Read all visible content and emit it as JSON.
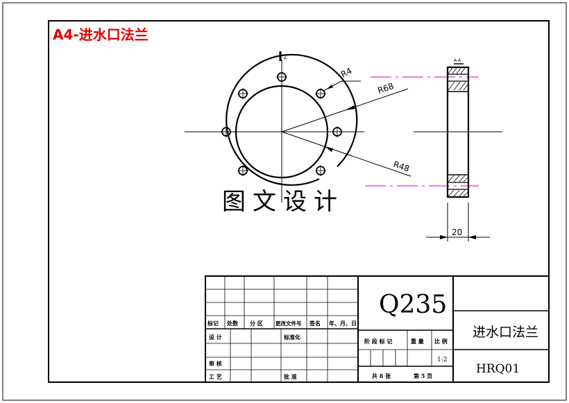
{
  "header": {
    "title": "A4-进水口法兰",
    "title_color": "#e00000"
  },
  "watermark": "图文设计",
  "drawing": {
    "section_mark": "A",
    "section_label": "A-A",
    "radius_labels": [
      "R4",
      "R68",
      "R48"
    ],
    "thickness_dim": "20",
    "centerline_color": "#e000c0"
  },
  "title_block": {
    "material": "Q235",
    "part_name": "进水口法兰",
    "drawing_no": "HRQ01",
    "scale": "1:2",
    "total_sheets_label": "共 8 张",
    "sheet_label": "第 5 页",
    "rev_headers": [
      "标记",
      "处数",
      "分 区",
      "更改文件号",
      "签名",
      "年、月、日"
    ],
    "design_label": "设 计",
    "standardize_label": "标准化",
    "review_label": "审 核",
    "process_label": "工 艺",
    "approve_label": "批 准",
    "stage_headers": [
      "阶 段 标 记",
      "重 量",
      "比 例"
    ]
  }
}
